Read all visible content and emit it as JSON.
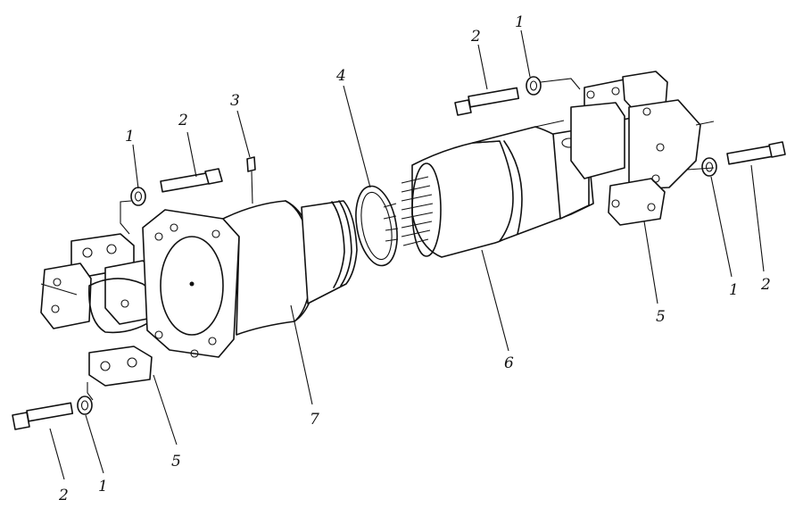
{
  "diagram": {
    "callouts": [
      {
        "id": "c1",
        "text": "1"
      },
      {
        "id": "c2",
        "text": "1"
      },
      {
        "id": "c3",
        "text": "1"
      },
      {
        "id": "c4",
        "text": "1"
      },
      {
        "id": "c5",
        "text": "2"
      },
      {
        "id": "c6",
        "text": "2"
      },
      {
        "id": "c7",
        "text": "2"
      },
      {
        "id": "c8",
        "text": "2"
      },
      {
        "id": "c9",
        "text": "3"
      },
      {
        "id": "c10",
        "text": "4"
      },
      {
        "id": "c11",
        "text": "5"
      },
      {
        "id": "c12",
        "text": "5"
      },
      {
        "id": "c13",
        "text": "6"
      },
      {
        "id": "c14",
        "text": "7"
      }
    ]
  }
}
